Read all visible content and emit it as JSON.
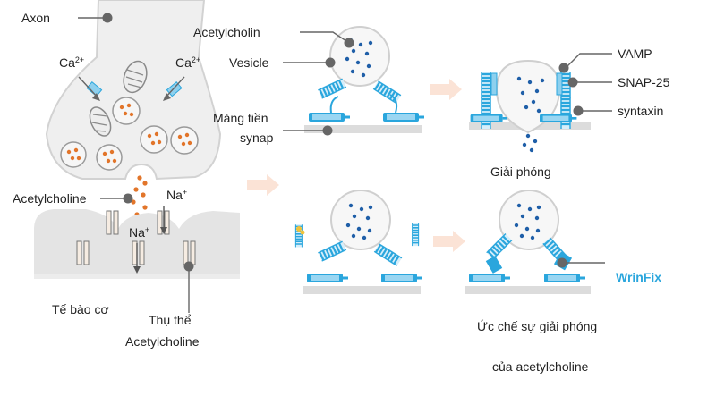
{
  "labels": {
    "axon": "Axon",
    "ca_base": "Ca",
    "ca_sup": "2+",
    "acetylcholine_left": "Acetylcholine",
    "na_base": "Na",
    "na_sup": "+",
    "muscle_cell": "Tế bào cơ",
    "receptor_line1": "Thụ thể",
    "receptor_line2": "Acetylcholine",
    "acetylcholin": "Acetylcholin",
    "vesicle": "Vesicle",
    "membrane_line1": "Màng tiền",
    "membrane_line2": "synap",
    "vamp": "VAMP",
    "snap25": "SNAP-25",
    "syntaxin": "syntaxin",
    "release": "Giải phóng",
    "wrinfix": "WrinFix",
    "inhibit_line1": "Ức chế sự giải phóng",
    "inhibit_line2": "của acetylcholine"
  },
  "colors": {
    "protein_blue": "#2aa6dd",
    "transmitter_orange": "#e2752a",
    "vesicle_dot_blue": "#1f5fa8",
    "neuron_fill": "#efefef",
    "muscle_fill": "#e4e4e4",
    "leader_gray": "#666666",
    "arrow_peach": "#fbe3d6"
  }
}
